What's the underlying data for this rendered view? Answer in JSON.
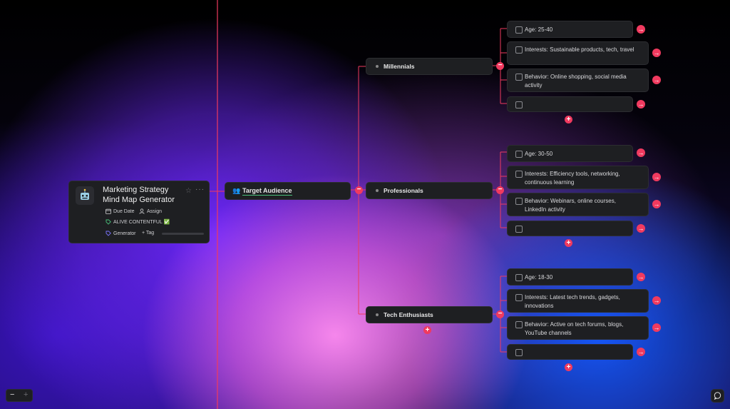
{
  "root": {
    "title": "Marketing Strategy Mind Map Generator",
    "avatar_icon": "robot-icon",
    "due_date_label": "Due Date",
    "assign_label": "Assign",
    "status_text": "ALIVE CONTENTFUL ✅",
    "tag_chip": "Generator",
    "tag_button": "+ Tag"
  },
  "branch": {
    "label": "Target Audience",
    "emoji": "👥"
  },
  "segments": [
    {
      "name": "Millennials",
      "items": [
        "Age: 25-40",
        "Interests: Sustainable products, tech, travel",
        "Behavior: Online shopping, social media activity",
        ""
      ]
    },
    {
      "name": "Professionals",
      "items": [
        "Age: 30-50",
        "Interests: Efficiency tools, networking, continuous learning",
        "Behavior: Webinars, online courses, LinkedIn activity",
        ""
      ]
    },
    {
      "name": "Tech Enthusiasts",
      "items": [
        "Age: 18-30",
        "Interests: Latest tech trends, gadgets, innovations",
        "Behavior: Active on tech forums, blogs, YouTube channels",
        ""
      ]
    }
  ],
  "zoom": {
    "minus": "−",
    "plus": "+"
  },
  "colors": {
    "accent": "#f03a5f",
    "card": "#1e1f22",
    "underline": "#49c07a"
  }
}
